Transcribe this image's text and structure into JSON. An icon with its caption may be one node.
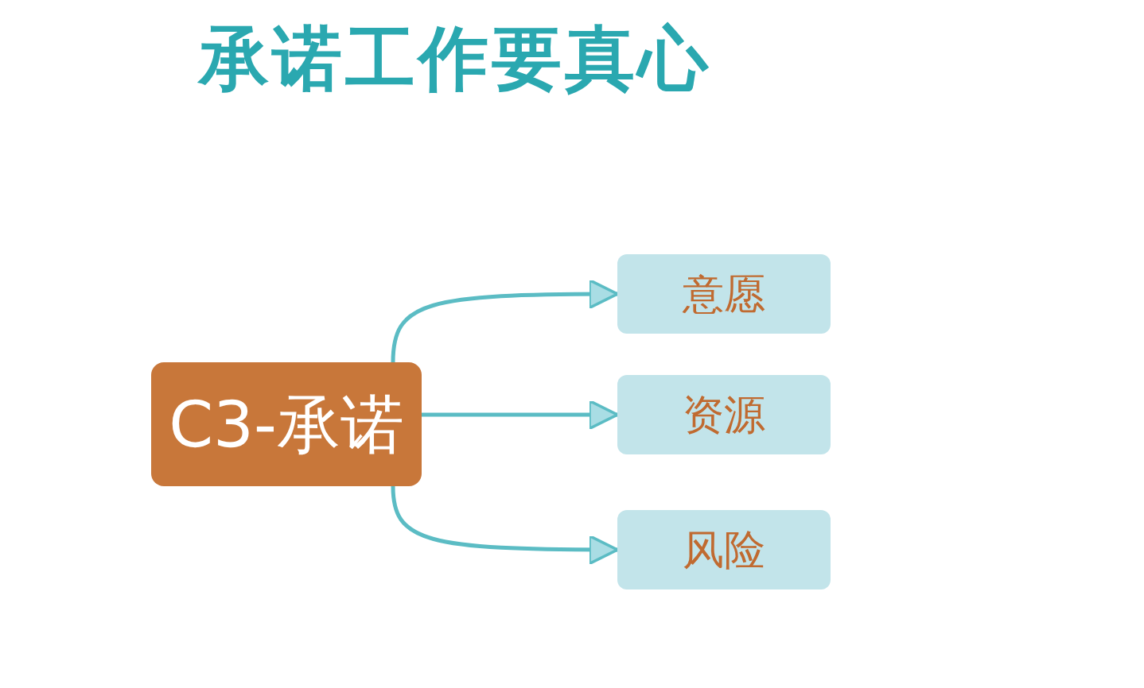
{
  "diagram": {
    "title": "承诺工作要真心",
    "nodes": [
      {
        "text": [
          "C3-承诺"
        ]
      },
      {
        "text": [
          "意愿"
        ]
      },
      {
        "text": [
          "资源"
        ]
      },
      {
        "text": [
          "风险"
        ]
      }
    ],
    "edges": [
      {
        "from": 0,
        "to": 1,
        "arrow": "to"
      },
      {
        "from": 0,
        "to": 2,
        "arrow": "to"
      },
      {
        "from": 0,
        "to": 3,
        "arrow": "to"
      }
    ]
  }
}
